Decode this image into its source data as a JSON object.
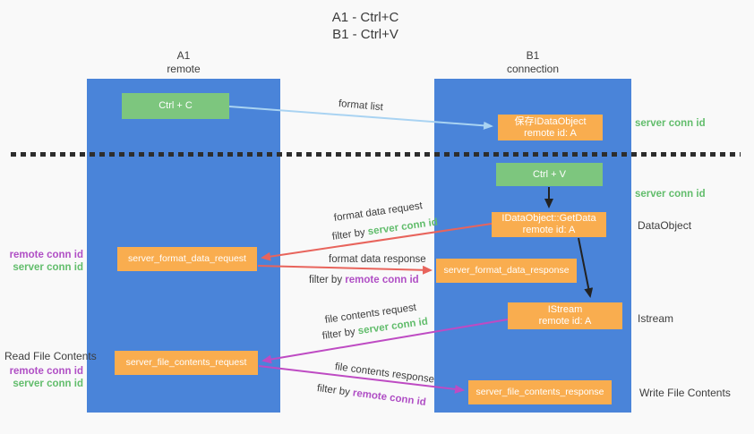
{
  "title": {
    "line1": "A1 - Ctrl+C",
    "line2": "B1 - Ctrl+V"
  },
  "lanes": {
    "a1": {
      "id": "A1",
      "subtitle": "remote"
    },
    "b1": {
      "id": "B1",
      "subtitle": "connection"
    }
  },
  "nodes": {
    "ctrl_c": {
      "label": "Ctrl + C"
    },
    "ctrl_v": {
      "label": "Ctrl + V"
    },
    "save_dataobject": {
      "line1": "保存IDataObject",
      "line2": "remote id: A"
    },
    "getdata": {
      "line1": "IDataObject::GetData",
      "line2": "remote id: A"
    },
    "istream": {
      "line1": "IStream",
      "line2": "remote id: A"
    },
    "server_format_data_request": {
      "label": "server_format_data_request"
    },
    "server_format_data_response": {
      "label": "server_format_data_response"
    },
    "server_file_contents_request": {
      "label": "server_file_contents_request"
    },
    "server_file_contents_response": {
      "label": "server_file_contents_response"
    }
  },
  "edges": {
    "format_list": {
      "label": "format list"
    },
    "format_data_request": {
      "label": "format data request",
      "filter": "filter by",
      "filter_value": "server conn id"
    },
    "format_data_response": {
      "label": "format data response",
      "filter": "filter by",
      "filter_value": "remote conn id"
    },
    "file_contents_request": {
      "label": "file contents request",
      "filter": "filter by",
      "filter_value": "server conn id"
    },
    "file_contents_response": {
      "label": "file contents response",
      "filter": "filter by",
      "filter_value": "remote conn id"
    }
  },
  "annotations": {
    "right_server_conn_id_top": "server conn id",
    "right_server_conn_id_mid": "server conn id",
    "right_dataobject": "DataObject",
    "right_istream": "Istream",
    "right_write_file_contents": "Write File Contents",
    "left_remote_conn_id_top": "remote conn id",
    "left_server_conn_id_top": "server conn id",
    "left_read_file_contents": "Read File Contents",
    "left_remote_conn_id_bottom": "remote conn id",
    "left_server_conn_id_bottom": "server conn id"
  },
  "colors": {
    "lane_blue": "#4a84d9",
    "green_box": "#7dc67e",
    "orange_box": "#f9ad4f",
    "green_text": "#62bd6c",
    "purple_text": "#b04fc5",
    "red_arrow": "#e8645c",
    "magenta_arrow": "#be4bc3",
    "blue_arrow": "#a9d3f2",
    "black_arrow": "#222222",
    "dark_text": "#3d3d3d"
  }
}
